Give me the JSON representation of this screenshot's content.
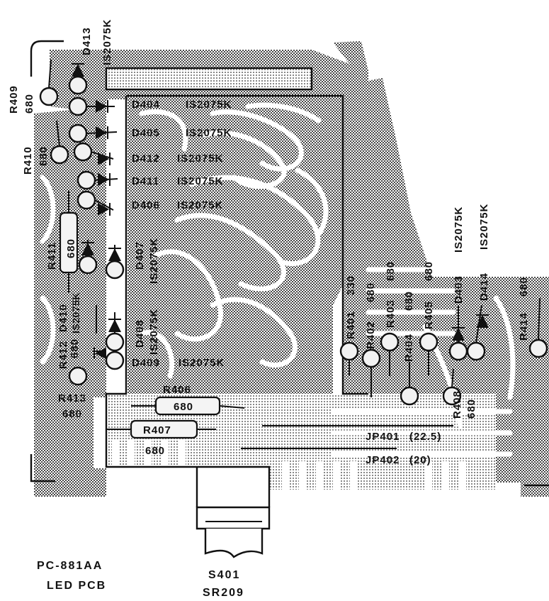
{
  "board": {
    "name": "PC-881AA",
    "subtitle": "LED PCB"
  },
  "connector": {
    "ref": "S401",
    "part": "SR209"
  },
  "diodes": [
    {
      "ref": "D413",
      "part": "IS2075K"
    },
    {
      "ref": "D404",
      "part": "IS2075K"
    },
    {
      "ref": "D405",
      "part": "IS2075K"
    },
    {
      "ref": "D412",
      "part": "IS2075K"
    },
    {
      "ref": "D411",
      "part": "IS2075K"
    },
    {
      "ref": "D406",
      "part": "IS2075K"
    },
    {
      "ref": "D407",
      "part": "IS2075K"
    },
    {
      "ref": "D410",
      "part": "IS2075K"
    },
    {
      "ref": "D408",
      "part": "IS2075K"
    },
    {
      "ref": "D409",
      "part": "IS2075K"
    },
    {
      "ref": "D403",
      "part": "IS2075K"
    },
    {
      "ref": "D414",
      "part": "IS2075K"
    }
  ],
  "resistors": [
    {
      "ref": "R409",
      "value": "680"
    },
    {
      "ref": "R410",
      "value": "680"
    },
    {
      "ref": "R411",
      "value": "680"
    },
    {
      "ref": "R412",
      "value": "680"
    },
    {
      "ref": "R413",
      "value": "680"
    },
    {
      "ref": "R401",
      "value": "330"
    },
    {
      "ref": "R402",
      "value": "680"
    },
    {
      "ref": "R403",
      "value": "680"
    },
    {
      "ref": "R404",
      "value": "680"
    },
    {
      "ref": "R405",
      "value": "680"
    },
    {
      "ref": "R406",
      "value": "680"
    },
    {
      "ref": "R407",
      "value": "680"
    },
    {
      "ref": "R408",
      "value": "680"
    },
    {
      "ref": "R414",
      "value": "680"
    }
  ],
  "jumpers": [
    {
      "ref": "JP401",
      "value": "(22.5)"
    },
    {
      "ref": "JP402",
      "value": "(20)"
    }
  ]
}
